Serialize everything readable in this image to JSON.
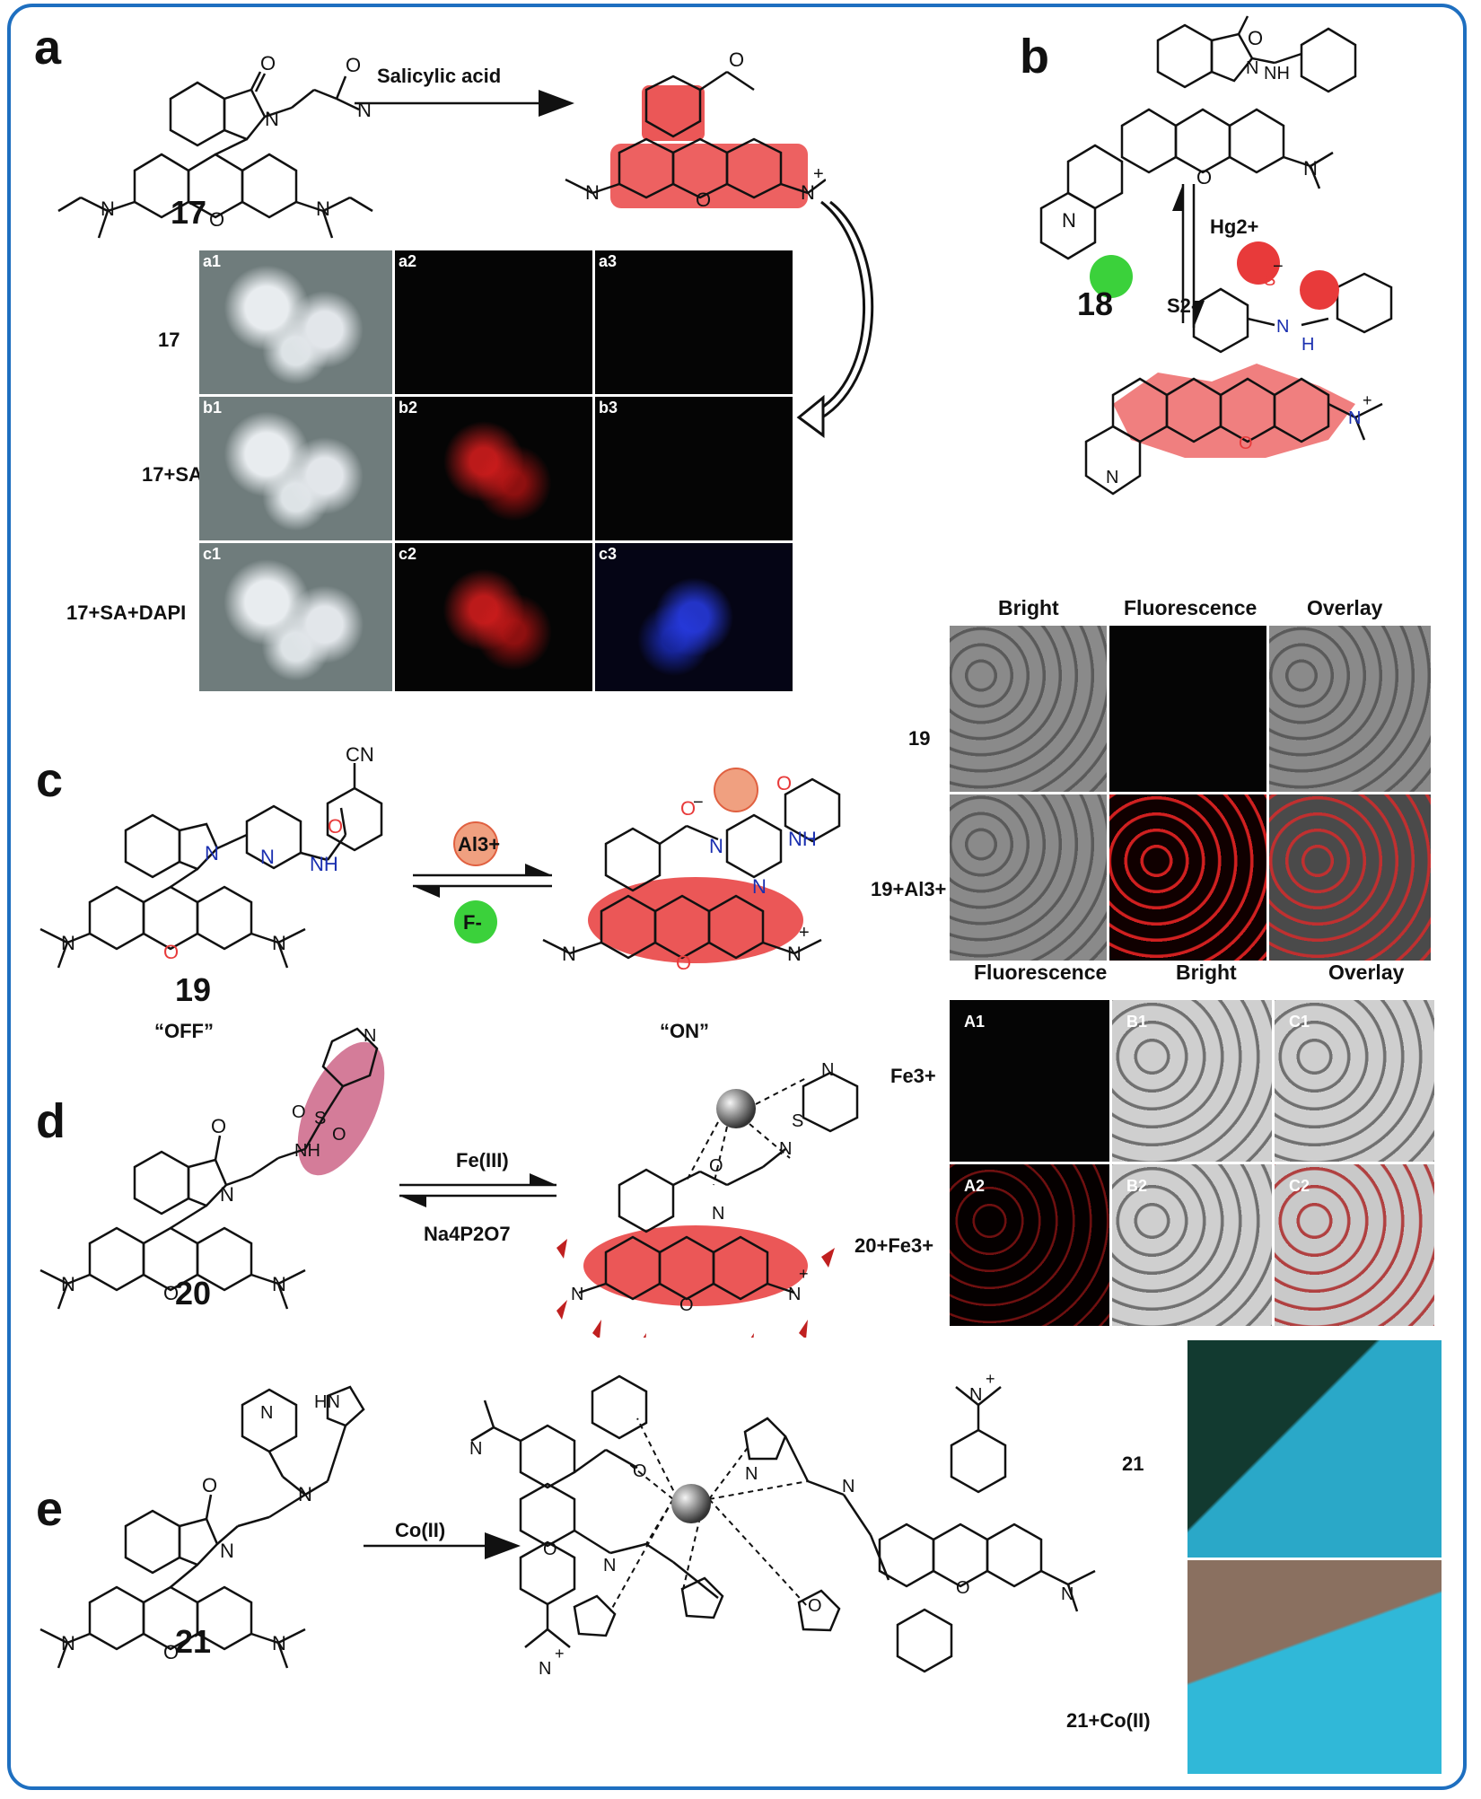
{
  "panels": {
    "a": {
      "letter": "a",
      "compound": "17",
      "reagent": "Salicylic acid",
      "rows": [
        "17",
        "17+SA",
        "17+SA+DAPI"
      ],
      "subs": [
        "a1",
        "a2",
        "a3",
        "b1",
        "b2",
        "b3",
        "c1",
        "c2",
        "c3"
      ]
    },
    "b": {
      "letter": "b",
      "compound": "18",
      "forward": "Hg2+",
      "reverse": "S2-",
      "cols": [
        "Bright",
        "Fluorescence",
        "Overlay"
      ],
      "rows": [
        "19",
        "19+Al3+"
      ]
    },
    "c": {
      "letter": "c",
      "compound": "19",
      "forward": "Al3+",
      "reverse": "F-",
      "off": "“OFF”",
      "on": "“ON”",
      "cols": [
        "Fluorescence",
        "Bright",
        "Overlay"
      ],
      "rows": [
        "Fe3+",
        "20+Fe3+"
      ],
      "subs": [
        "A1",
        "B1",
        "C1",
        "A2",
        "B2",
        "C2"
      ]
    },
    "d": {
      "letter": "d",
      "compound": "20",
      "forward": "Fe(III)",
      "reverse": "Na4P2O7"
    },
    "e": {
      "letter": "e",
      "compound": "21",
      "reagent": "Co(II)",
      "rows": [
        "21",
        "21+Co(II)"
      ]
    }
  },
  "atoms": {
    "N": "N",
    "O": "O",
    "S": "S",
    "NH": "NH",
    "H": "H",
    "CN": "CN",
    "HN": "HN",
    "plus": "+",
    "minus": "−"
  },
  "colors": {
    "frame": "#1e6fc0",
    "highlight": "#e83a3a",
    "green": "#3bd13b",
    "blue_atom": "#1a2fb0"
  }
}
